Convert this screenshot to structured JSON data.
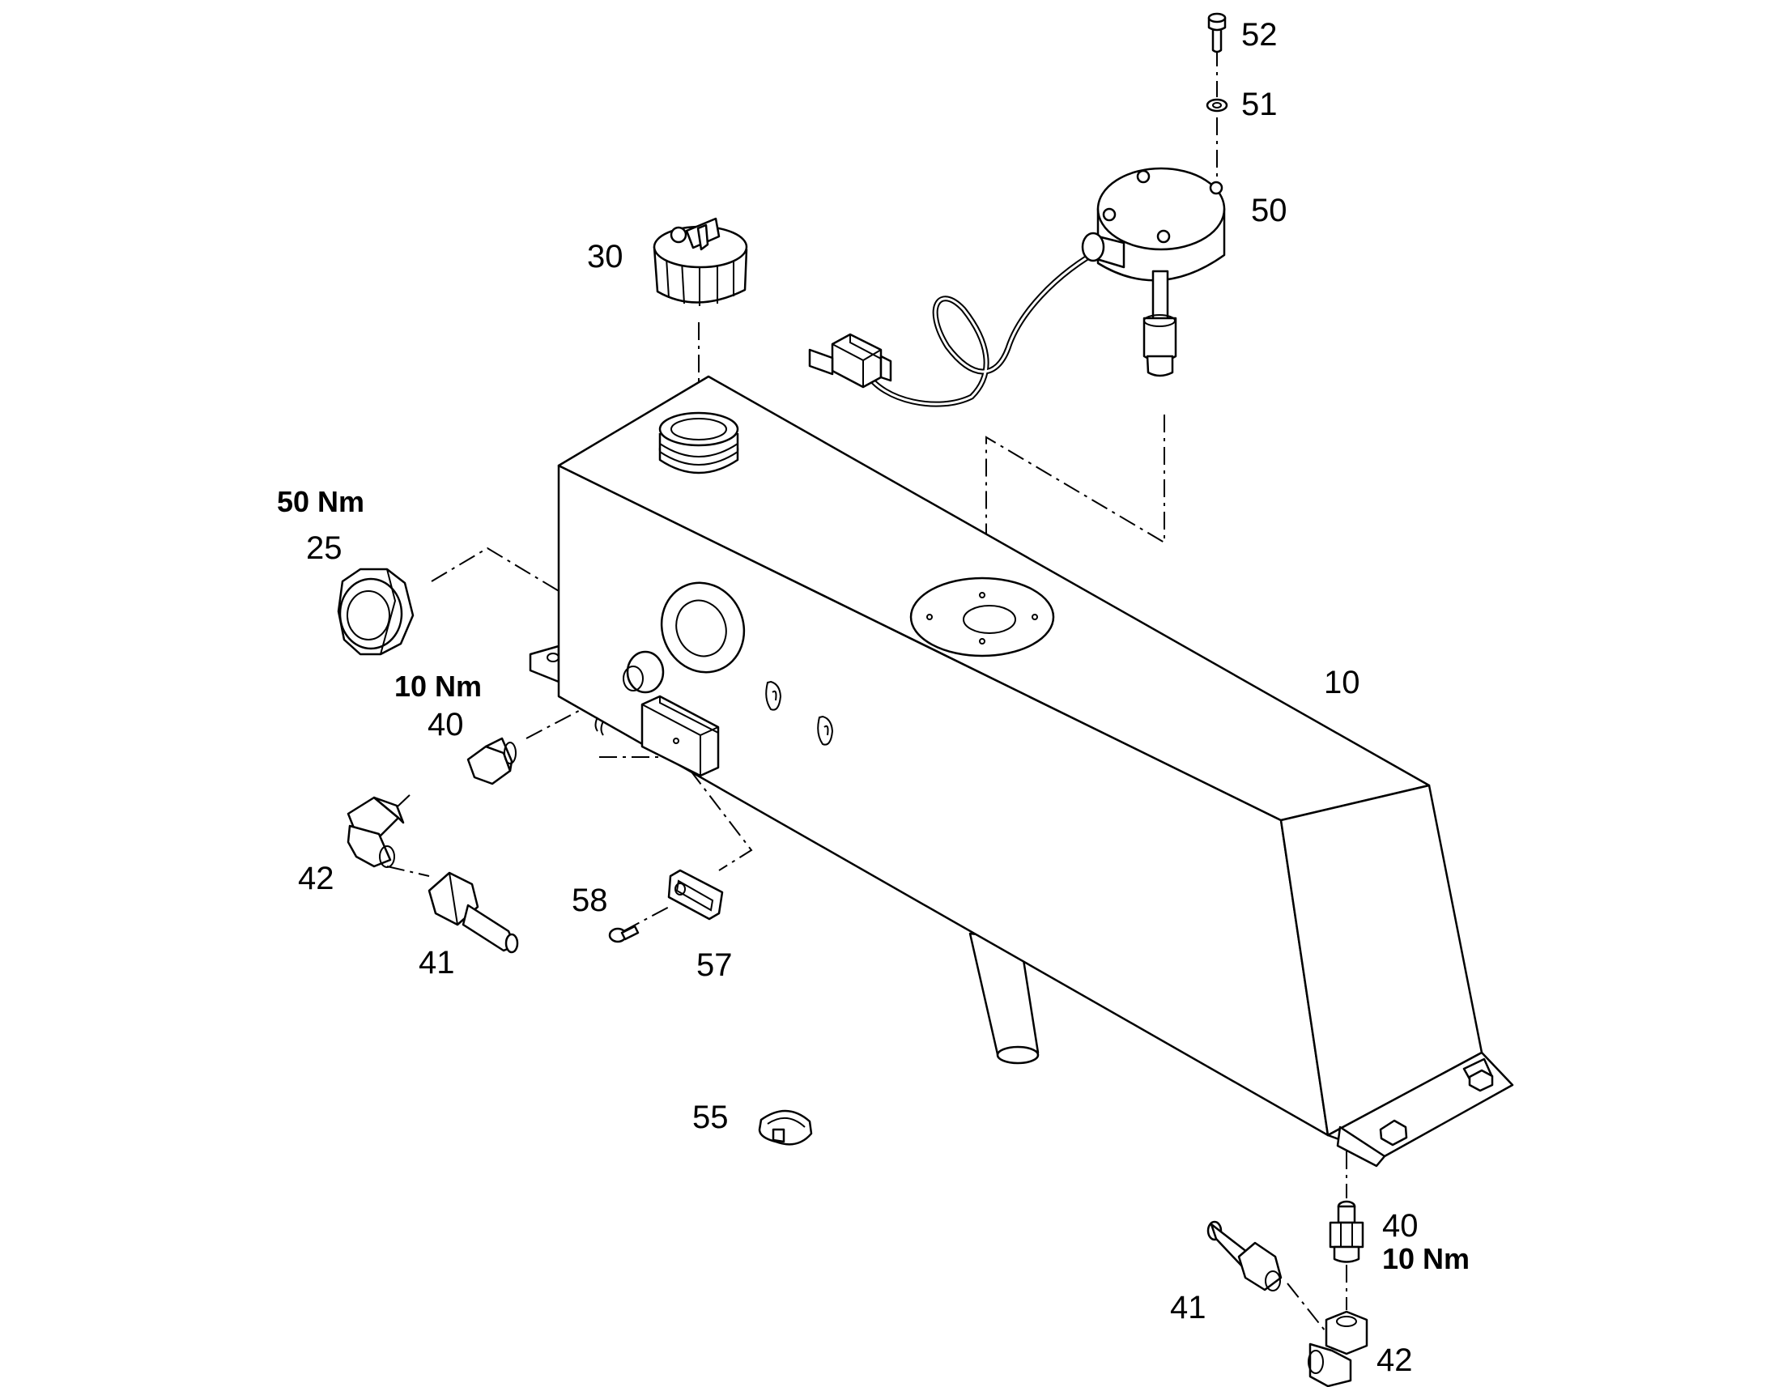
{
  "labels": {
    "p10": "10",
    "p25": "25",
    "p30": "30",
    "p40a": "40",
    "p40b": "40",
    "p41a": "41",
    "p41b": "41",
    "p42a": "42",
    "p42b": "42",
    "p50": "50",
    "p51": "51",
    "p52": "52",
    "p55": "55",
    "p57": "57",
    "p58": "58"
  },
  "torques": {
    "t25": "50 Nm",
    "t40a": "10 Nm",
    "t40b": "10 Nm"
  }
}
